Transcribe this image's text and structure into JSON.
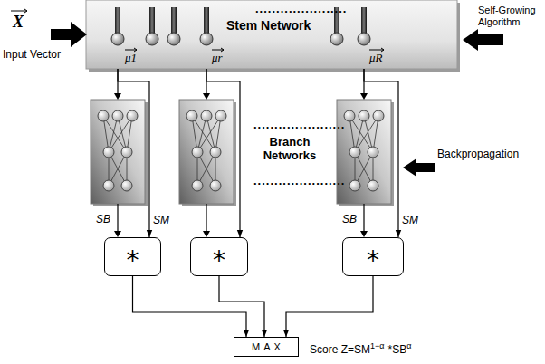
{
  "diagram": {
    "nodes": [
      {
        "text": [
          "Stem Network",
          "μ1",
          "μr",
          "μR"
        ]
      },
      {
        "text": [
          "*"
        ]
      },
      {
        "text": [
          "*"
        ]
      },
      {
        "text": [
          "*"
        ]
      },
      {
        "text": [
          "MAX"
        ]
      }
    ],
    "edges": [
      {
        "from": 0,
        "to": 1,
        "arrow": "to",
        "label": "SM"
      },
      {
        "from": 0,
        "to": 2,
        "arrow": "to"
      },
      {
        "from": 0,
        "to": 3,
        "arrow": "to",
        "label": "SM"
      },
      {
        "from": 1,
        "to": 4,
        "arrow": "to"
      },
      {
        "from": 2,
        "to": 4,
        "arrow": "to"
      },
      {
        "from": 3,
        "to": 4,
        "arrow": "to"
      }
    ],
    "labels": [
      "X",
      "Input Vector",
      "......................",
      "Self-Growing Algorithm",
      "......................",
      "Branch Networks",
      "......................",
      "Backpropagation",
      "SB",
      "SB",
      "Score Z=SM",
      "1−α",
      "*SB",
      "α"
    ]
  }
}
